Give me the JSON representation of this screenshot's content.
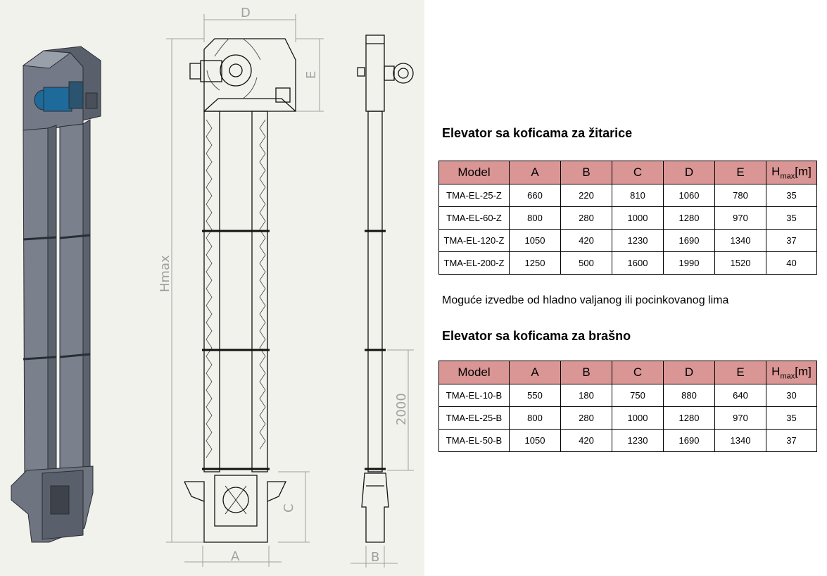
{
  "drawing": {
    "dim_labels": {
      "d": "D",
      "e": "E",
      "hmax": "Hmax",
      "c": "C",
      "a": "A",
      "b": "B",
      "v2000": "2000"
    },
    "colors": {
      "body": "#6e7480",
      "body_dark": "#4e5460",
      "motor": "#1e6a9a",
      "background": "#f2f2ec",
      "line": "#111111",
      "dim": "#a0a0a0"
    }
  },
  "section_grain": {
    "title": "Elevator sa koficama za žitarice",
    "headers": [
      "Model",
      "A",
      "B",
      "C",
      "D",
      "E"
    ],
    "hmax_header": {
      "main": "H",
      "sub": "max",
      "unit": "[m]"
    },
    "rows": [
      [
        "TMA-EL-25-Z",
        "660",
        "220",
        "810",
        "1060",
        "780",
        "35"
      ],
      [
        "TMA-EL-60-Z",
        "800",
        "280",
        "1000",
        "1280",
        "970",
        "35"
      ],
      [
        "TMA-EL-120-Z",
        "1050",
        "420",
        "1230",
        "1690",
        "1340",
        "37"
      ],
      [
        "TMA-EL-200-Z",
        "1250",
        "500",
        "1600",
        "1990",
        "1520",
        "40"
      ]
    ]
  },
  "note": "Moguće izvedbe od hladno valjanog ili pocinkovanog lima",
  "section_flour": {
    "title": "Elevator sa koficama za brašno",
    "headers": [
      "Model",
      "A",
      "B",
      "C",
      "D",
      "E"
    ],
    "hmax_header": {
      "main": "H",
      "sub": "max",
      "unit": "[m]"
    },
    "rows": [
      [
        "TMA-EL-10-B",
        "550",
        "180",
        "750",
        "880",
        "640",
        "30"
      ],
      [
        "TMA-EL-25-B",
        "800",
        "280",
        "1000",
        "1280",
        "970",
        "35"
      ],
      [
        "TMA-EL-50-B",
        "1050",
        "420",
        "1230",
        "1690",
        "1340",
        "37"
      ]
    ],
    "table_colors": {
      "header_bg": "#da9694"
    }
  }
}
